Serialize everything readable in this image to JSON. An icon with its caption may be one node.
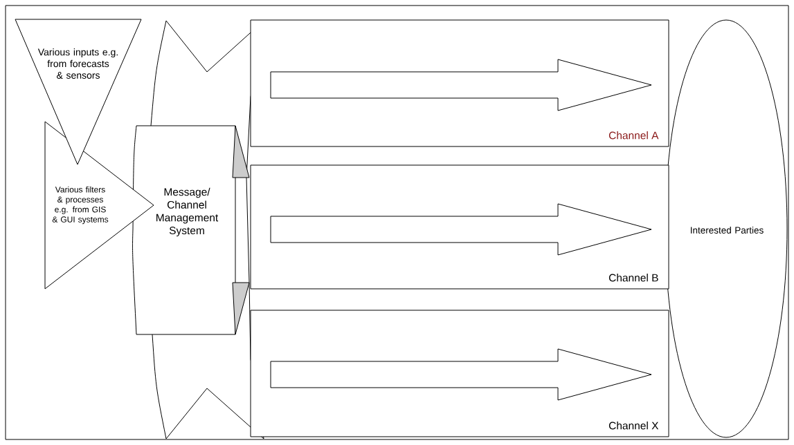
{
  "diagram": {
    "nodes": [
      {
        "text": [
          "Various inputs e.g. from forecasts & sensors"
        ]
      },
      {
        "text": [
          "Various filters & processes e.g. from GIS & GUI systems"
        ]
      },
      {
        "text": [
          "Message/ Channel Management System"
        ]
      },
      {
        "text": [
          "Channel A"
        ]
      },
      {
        "text": [
          "Channel B"
        ]
      },
      {
        "text": [
          "Channel X"
        ]
      },
      {
        "text": [
          "Interested Parties"
        ]
      }
    ]
  }
}
